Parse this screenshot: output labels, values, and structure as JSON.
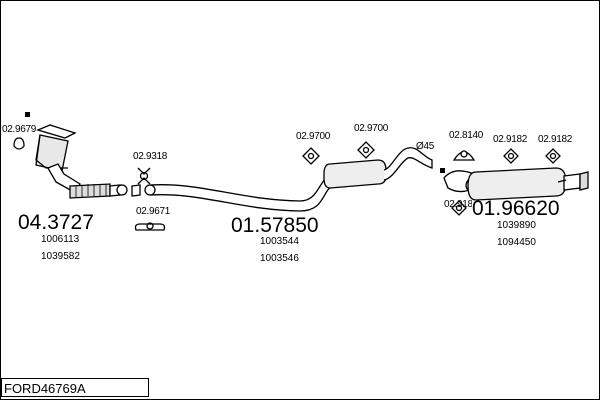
{
  "diagram": {
    "part_number": "FORD46769A",
    "groups": [
      {
        "main": "04.3727",
        "refs": [
          "1006113",
          "1039582"
        ]
      },
      {
        "main": "01.57850",
        "refs": [
          "1003544",
          "1003546"
        ]
      },
      {
        "main": "01.96620",
        "refs": [
          "1039890",
          "1094450"
        ]
      }
    ],
    "small_labels": {
      "l_29679": "02.9679",
      "l_29318": "02.9318",
      "l_29671": "02.9671",
      "l_29700a": "02.9700",
      "l_29700b": "02.9700",
      "l_45": "Ø45",
      "l_28140": "02.8140",
      "l_29182a": "02.9182",
      "l_29182b": "02.9182",
      "l_2918x": "02.9182"
    }
  }
}
